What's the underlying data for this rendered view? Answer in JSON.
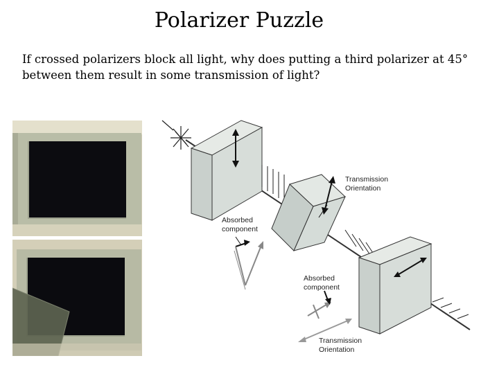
{
  "slide": {
    "title": "Polarizer Puzzle",
    "body": "If crossed polarizers block all light, why does putting a third polarizer at 45° between them result in some transmission of light?"
  },
  "photos": [
    {
      "name": "crossed-polarizers-photo"
    },
    {
      "name": "three-polarizers-photo"
    }
  ],
  "diagram": {
    "labels": {
      "transmission_top": "Transmission\nOrientation",
      "absorbed_left": "Absorbed\ncomponent",
      "absorbed_right": "Absorbed\ncomponent",
      "transmission_bottom": "Transmission\nOrientation"
    }
  }
}
